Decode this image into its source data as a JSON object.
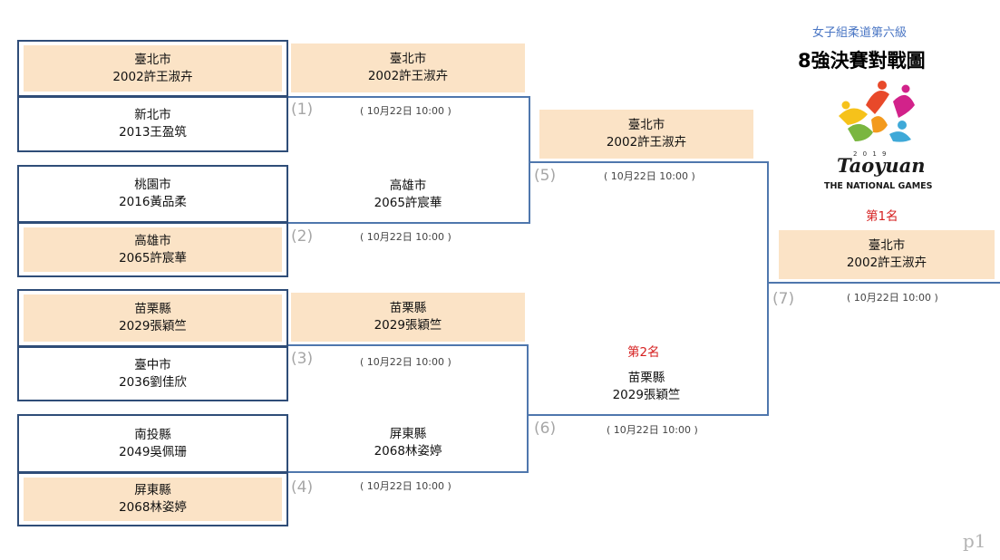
{
  "header": {
    "subtitle": "女子組柔道第六級",
    "title": "8強決賽對戰圖",
    "logo": {
      "year": "2 0 1 9",
      "wordmark": "Taoyuan",
      "tagline": "THE NATIONAL GAMES"
    }
  },
  "round1": [
    {
      "city": "臺北市",
      "player": "2002許王淑卉"
    },
    {
      "city": "新北市",
      "player": "2013王盈筑"
    },
    {
      "city": "桃園市",
      "player": "2016黃品柔"
    },
    {
      "city": "高雄市",
      "player": "2065許宸華"
    },
    {
      "city": "苗栗縣",
      "player": "2029張穎竺"
    },
    {
      "city": "臺中市",
      "player": "2036劉佳欣"
    },
    {
      "city": "南投縣",
      "player": "2049吳佩珊"
    },
    {
      "city": "屏東縣",
      "player": "2068林姿婷"
    }
  ],
  "round2": [
    {
      "city": "臺北市",
      "player": "2002許王淑卉"
    },
    {
      "city": "高雄市",
      "player": "2065許宸華"
    },
    {
      "city": "苗栗縣",
      "player": "2029張穎竺"
    },
    {
      "city": "屏東縣",
      "player": "2068林姿婷"
    }
  ],
  "semi": [
    {
      "city": "臺北市",
      "player": "2002許王淑卉"
    },
    {
      "city": "苗栗縣",
      "player": "2029張穎竺"
    }
  ],
  "final": {
    "city": "臺北市",
    "player": "2002許王淑卉"
  },
  "ranks": {
    "first": "第1名",
    "second": "第2名"
  },
  "matches": [
    {
      "num": "(1)",
      "date": "( 10月22日 10:00 )"
    },
    {
      "num": "(2)",
      "date": "( 10月22日 10:00 )"
    },
    {
      "num": "(3)",
      "date": "( 10月22日 10:00 )"
    },
    {
      "num": "(4)",
      "date": "( 10月22日 10:00 )"
    },
    {
      "num": "(5)",
      "date": "( 10月22日 10:00 )"
    },
    {
      "num": "(6)",
      "date": "( 10月22日 10:00 )"
    },
    {
      "num": "(7)",
      "date": "( 10月22日 10:00 )"
    }
  ],
  "page": "p1",
  "colors": {
    "line": "#4f77ad",
    "box_border": "#2f4d78",
    "winner_fill": "#fbe3c6",
    "rank": "#d62020"
  }
}
